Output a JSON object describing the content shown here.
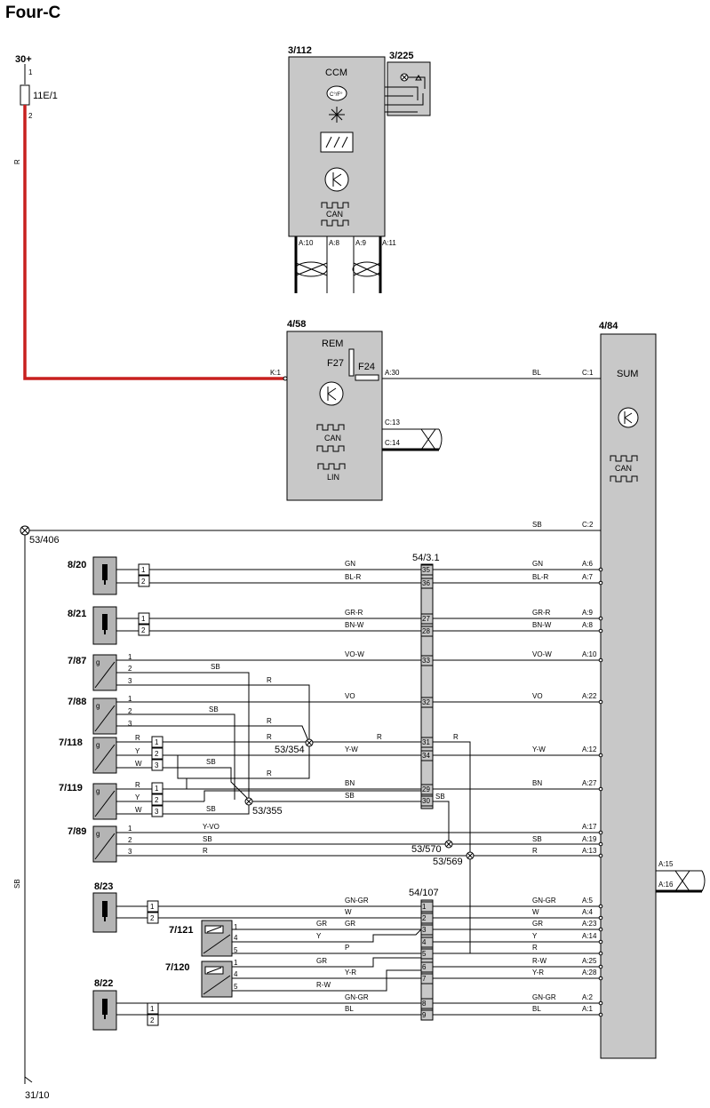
{
  "title": "Four-C",
  "supply": {
    "label": "30+",
    "fuse": "11E/1",
    "pin1": "1",
    "pin2": "2",
    "wire_color": "R"
  },
  "ground_main": {
    "label": "53/406",
    "wire_color": "SB"
  },
  "ground_end": {
    "label": "31/10"
  },
  "ccm": {
    "ref": "3/112",
    "name": "CCM",
    "can": "CAN",
    "fahr": "C°/F°",
    "pins": [
      "A:10",
      "A:8",
      "A:9",
      "A:11"
    ]
  },
  "panel": {
    "ref": "3/225"
  },
  "rem": {
    "ref": "4/58",
    "name": "REM",
    "fuse1": "F27",
    "fuse2": "F24",
    "pin_k1": "K:1",
    "pin_a30": "A:30",
    "pin_c13": "C:13",
    "pin_c14": "C:14",
    "can": "CAN",
    "lin": "LIN"
  },
  "sum": {
    "ref": "4/84",
    "name": "SUM",
    "can": "CAN",
    "pin_a15": "A:15",
    "pin_a16": "A:16"
  },
  "bus1": {
    "ref": "54/3.1"
  },
  "bus2": {
    "ref": "54/107"
  },
  "rem_to_sum": {
    "color": "BL",
    "pin": "C:1"
  },
  "ground_sum": {
    "color": "SB",
    "pin": "C:2"
  },
  "comps": [
    {
      "ref": "8/20",
      "type": "valve"
    },
    {
      "ref": "8/21",
      "type": "valve"
    },
    {
      "ref": "7/87",
      "type": "sensor"
    },
    {
      "ref": "7/88",
      "type": "sensor"
    },
    {
      "ref": "7/118",
      "type": "sensor"
    },
    {
      "ref": "7/119",
      "type": "sensor"
    },
    {
      "ref": "7/89",
      "type": "sensor"
    },
    {
      "ref": "8/23",
      "type": "valve"
    },
    {
      "ref": "7/121",
      "type": "pot"
    },
    {
      "ref": "7/120",
      "type": "pot"
    },
    {
      "ref": "8/22",
      "type": "valve"
    }
  ],
  "sensor_g": "g",
  "splices": [
    "53/354",
    "53/355",
    "53/570",
    "53/569"
  ],
  "wires": [
    {
      "left": "GN",
      "bp": "35",
      "right": "GN",
      "pin": "A:6"
    },
    {
      "left": "BL-R",
      "bp": "36",
      "right": "BL-R",
      "pin": "A:7"
    },
    {
      "left": "GR-R",
      "bp": "27",
      "right": "GR-R",
      "pin": "A:9"
    },
    {
      "left": "BN-W",
      "bp": "28",
      "right": "BN-W",
      "pin": "A:8"
    },
    {
      "left": "VO-W",
      "bp": "33",
      "right": "VO-W",
      "pin": "A:10"
    },
    {
      "left": "VO",
      "bp": "32",
      "right": "VO",
      "pin": "A:22"
    },
    {
      "left": "R",
      "bp": "31",
      "right": "R",
      "pin": ""
    },
    {
      "left": "Y-W",
      "bp": "34",
      "right": "Y-W",
      "pin": "A:12"
    },
    {
      "left": "BN",
      "bp": "29",
      "right": "BN",
      "pin": "A:27"
    },
    {
      "left": "SB",
      "bp": "30",
      "right": "SB",
      "pin": ""
    },
    {
      "left": "Y-VO",
      "bp": "",
      "right": "",
      "pin": "A:17"
    },
    {
      "left": "SB",
      "bp": "",
      "right": "SB",
      "pin": "A:19"
    },
    {
      "left": "R",
      "bp": "",
      "right": "R",
      "pin": "A:13"
    },
    {
      "left": "GN-GR",
      "bp": "1",
      "right": "GN-GR",
      "pin": "A:5"
    },
    {
      "left": "W",
      "bp": "2",
      "right": "W",
      "pin": "A:4"
    },
    {
      "left": "GR",
      "bp": "3",
      "right": "GR",
      "pin": "A:23"
    },
    {
      "left": "Y",
      "bp": "4",
      "right": "Y",
      "pin": "A:14"
    },
    {
      "left": "P",
      "bp": "5",
      "right": "R",
      "pin": ""
    },
    {
      "left": "GR",
      "bp": "6",
      "right": "R-W",
      "pin": "A:25"
    },
    {
      "left": "Y-R",
      "bp": "7",
      "right": "Y-R",
      "pin": "A:28"
    },
    {
      "left": "R-W",
      "bp": "",
      "right": "",
      "pin": ""
    },
    {
      "left": "GN-GR",
      "bp": "8",
      "right": "GN-GR",
      "pin": "A:2"
    },
    {
      "left": "BL",
      "bp": "9",
      "right": "BL",
      "pin": "A:1"
    }
  ],
  "sensor_wires": {
    "sb": "SB",
    "r": "R"
  },
  "pin_nums": [
    "1",
    "2",
    "3",
    "4",
    "5"
  ]
}
